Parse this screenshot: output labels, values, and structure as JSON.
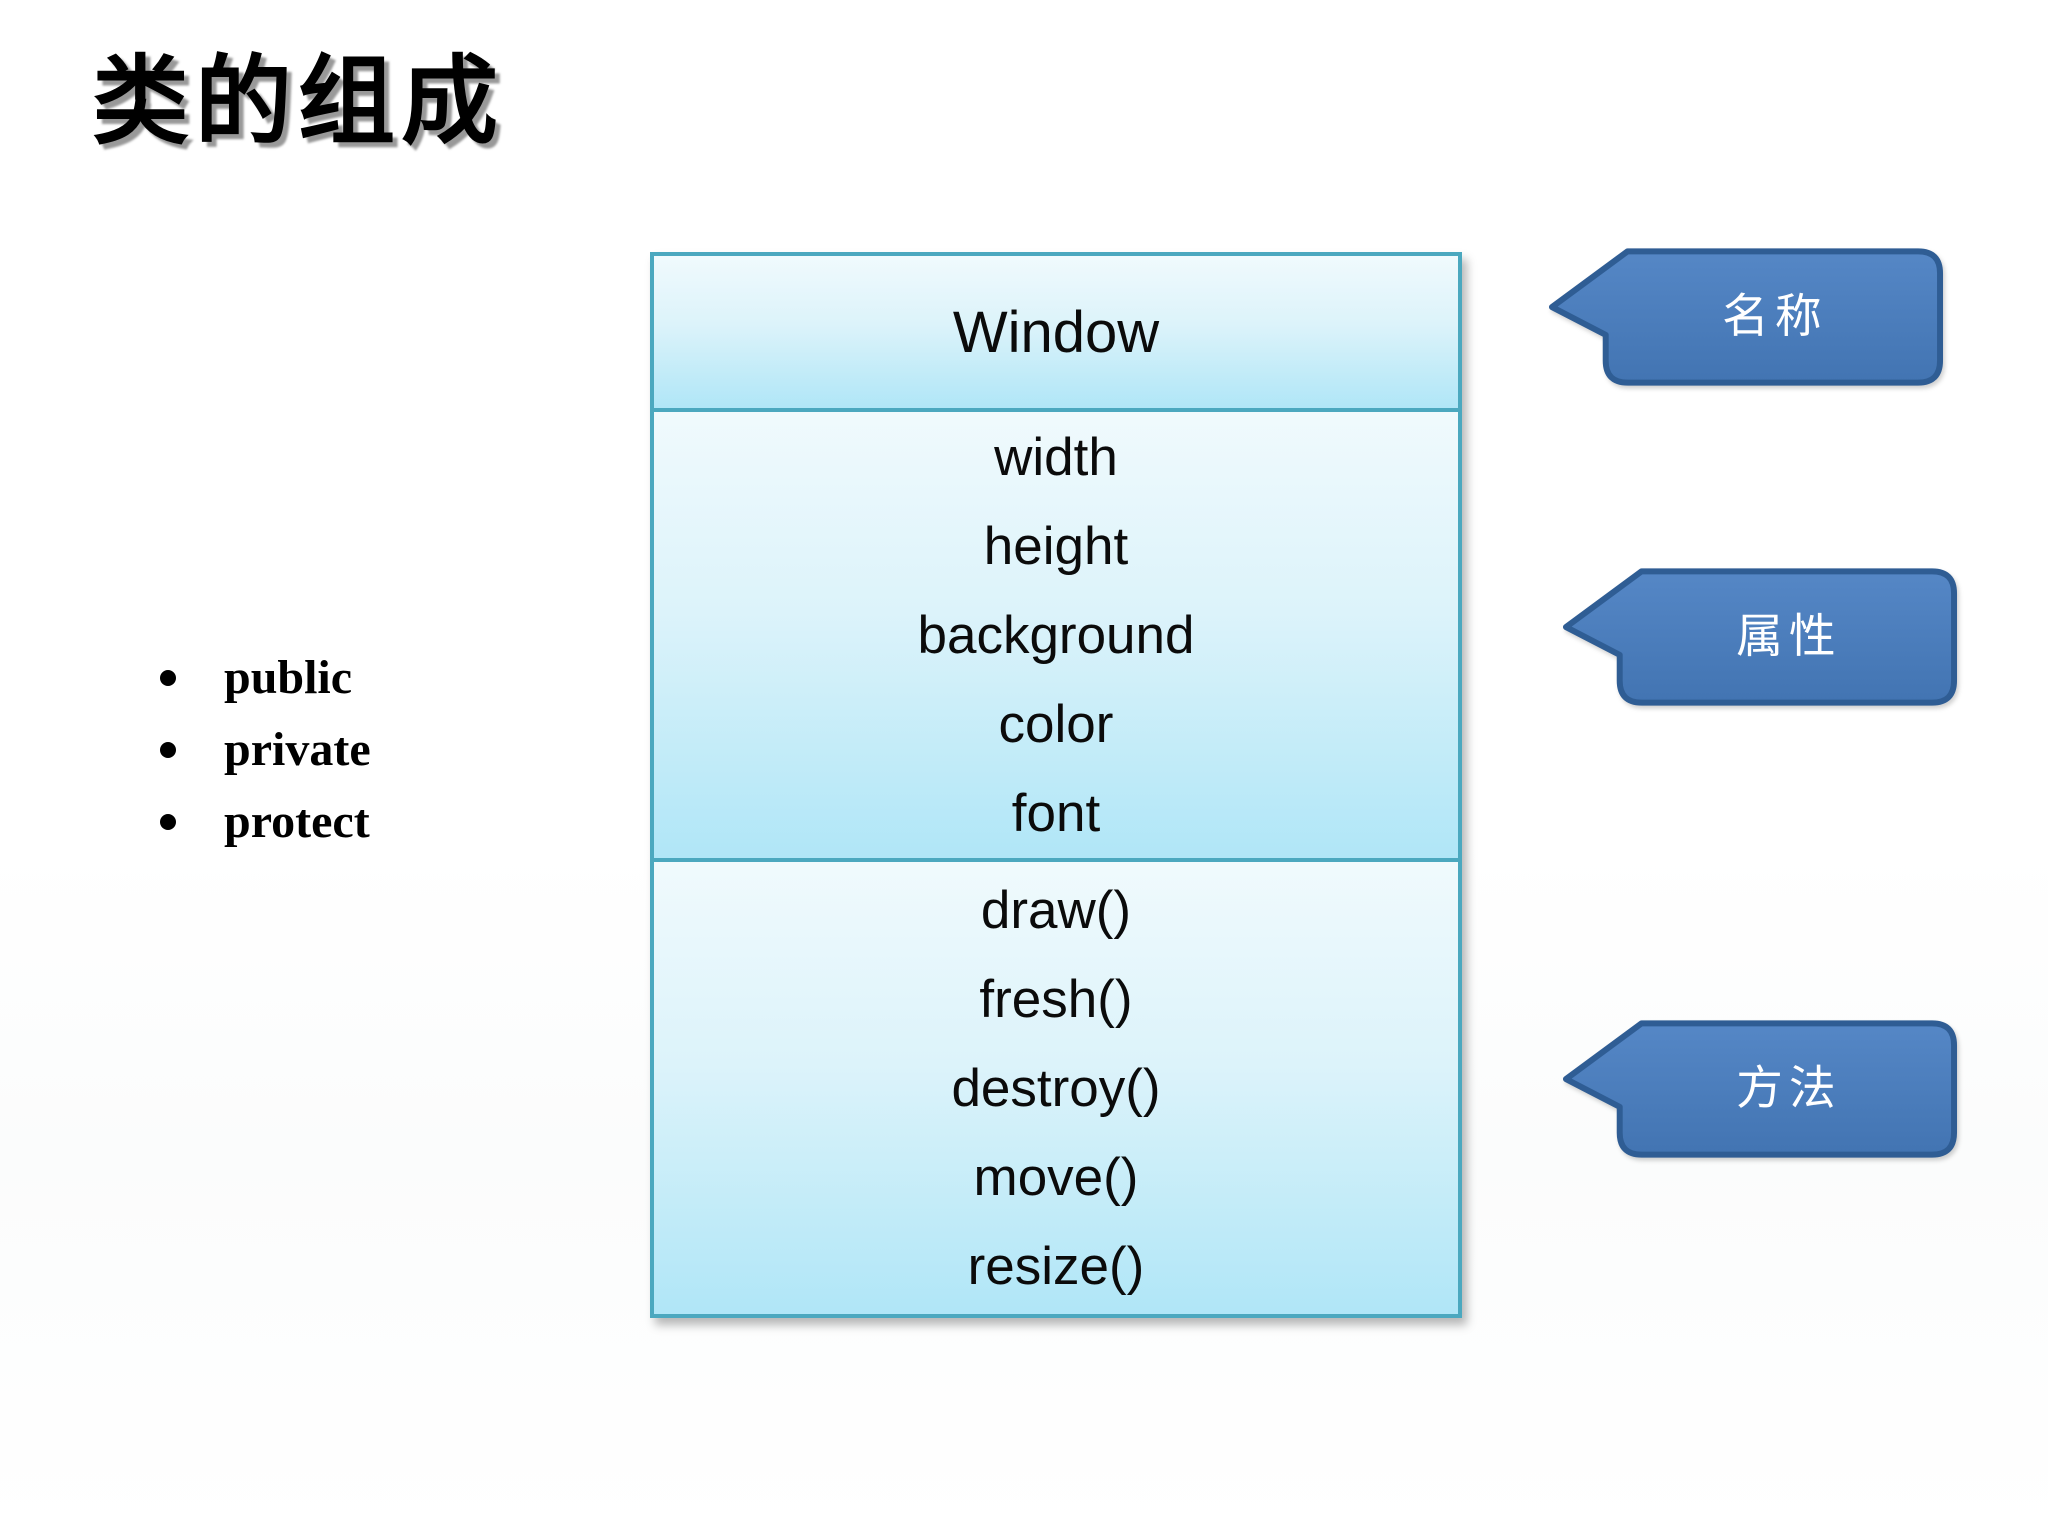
{
  "slide": {
    "title": "类的组成"
  },
  "bullets": {
    "items": [
      {
        "label": "public"
      },
      {
        "label": "private"
      },
      {
        "label": "protect"
      }
    ]
  },
  "class_diagram": {
    "name": "Window",
    "attributes": [
      "width",
      "height",
      "background",
      "color",
      "font"
    ],
    "methods": [
      "draw()",
      "fresh()",
      "destroy()",
      "move()",
      "resize()"
    ]
  },
  "callouts": [
    {
      "label": "名称"
    },
    {
      "label": "属性"
    },
    {
      "label": "方法"
    }
  ],
  "colors": {
    "class_box_border": "#4BA8BF",
    "class_box_fill_top": "#F0FAFD",
    "class_box_fill_bottom": "#B0E6F7",
    "callout_fill_top": "#5587C6",
    "callout_fill_bottom": "#4274B2",
    "callout_border": "#2F5D94",
    "callout_text": "#FFFFFF",
    "title_text": "#000000",
    "body_text": "#000000",
    "background": "#FFFFFF"
  }
}
